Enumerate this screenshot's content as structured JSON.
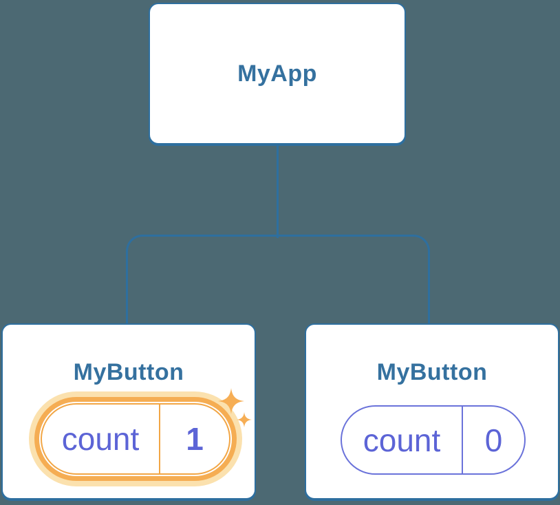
{
  "diagram": {
    "root": {
      "label": "MyApp"
    },
    "children": [
      {
        "label": "MyButton",
        "highlighted": true,
        "state": {
          "key": "count",
          "value": "1"
        }
      },
      {
        "label": "MyButton",
        "highlighted": false,
        "state": {
          "key": "count",
          "value": "0"
        }
      }
    ]
  },
  "icons": {
    "sparkle_large": "sparkle-large-icon",
    "sparkle_small": "sparkle-small-icon"
  },
  "colors": {
    "background": "#4c6973",
    "card-bg": "#ffffff",
    "card-border": "#2e6f9f",
    "title-text": "#35719f",
    "connector": "#2e6f9f",
    "indigo-text": "#5c64d6",
    "indigo-border": "#6a72da",
    "orange": "#f2a645",
    "orange-ring": "#f5ad53",
    "orange-halo": "#fbe1ae",
    "sparkle": "#f6ae55"
  }
}
